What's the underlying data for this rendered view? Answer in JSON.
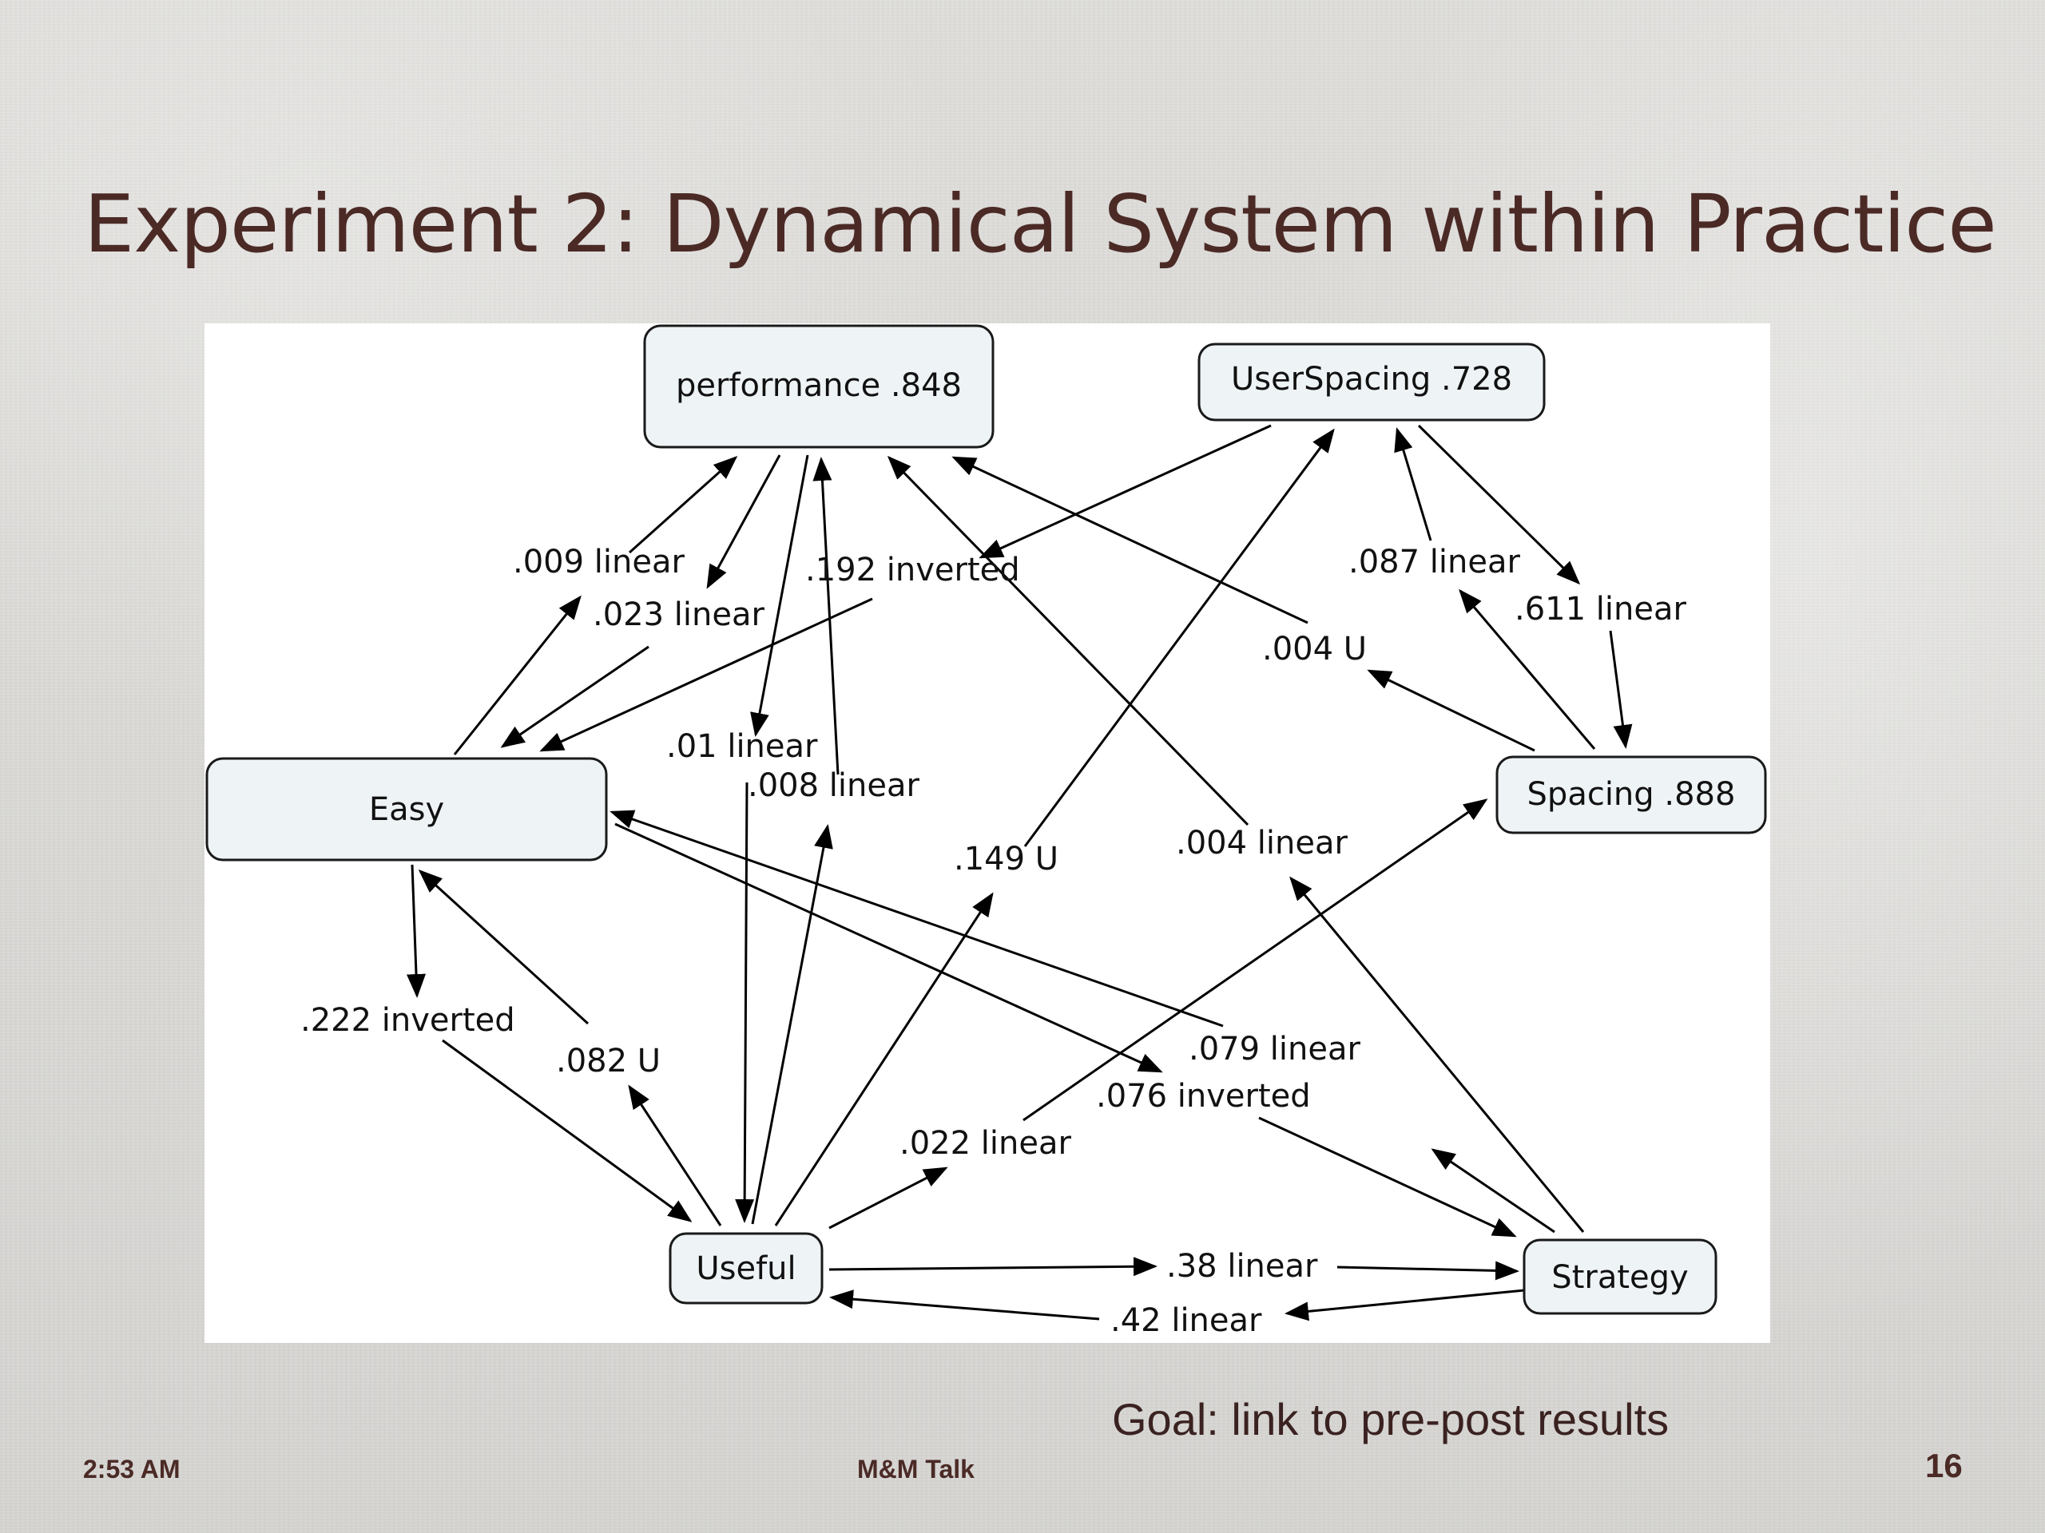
{
  "slide": {
    "title": "Experiment 2: Dynamical System within Practice",
    "goal": "Goal: link to pre-post results",
    "footer_time": "2:53 AM",
    "footer_center": "M&M Talk",
    "page_number": "16"
  },
  "diagram": {
    "nodes": {
      "performance": "performance .848",
      "userspacing": "UserSpacing .728",
      "easy": "Easy",
      "spacing": "Spacing .888",
      "useful": "Useful",
      "strategy": "Strategy"
    },
    "edge_labels": {
      "e009": ".009 linear",
      "e023": ".023 linear",
      "e192": ".192 inverted",
      "e087": ".087 linear",
      "e611": ".611 linear",
      "e004u": ".004 U",
      "e01": ".01 linear",
      "e008": ".008 linear",
      "e149": ".149 U",
      "e004l": ".004 linear",
      "e222": ".222 inverted",
      "e082": ".082 U",
      "e079": ".079 linear",
      "e076": ".076 inverted",
      "e022": ".022 linear",
      "e38": ".38 linear",
      "e42": ".42 linear"
    },
    "colors": {
      "node_fill": "#eef3f6",
      "title": "#4b2a26"
    }
  }
}
